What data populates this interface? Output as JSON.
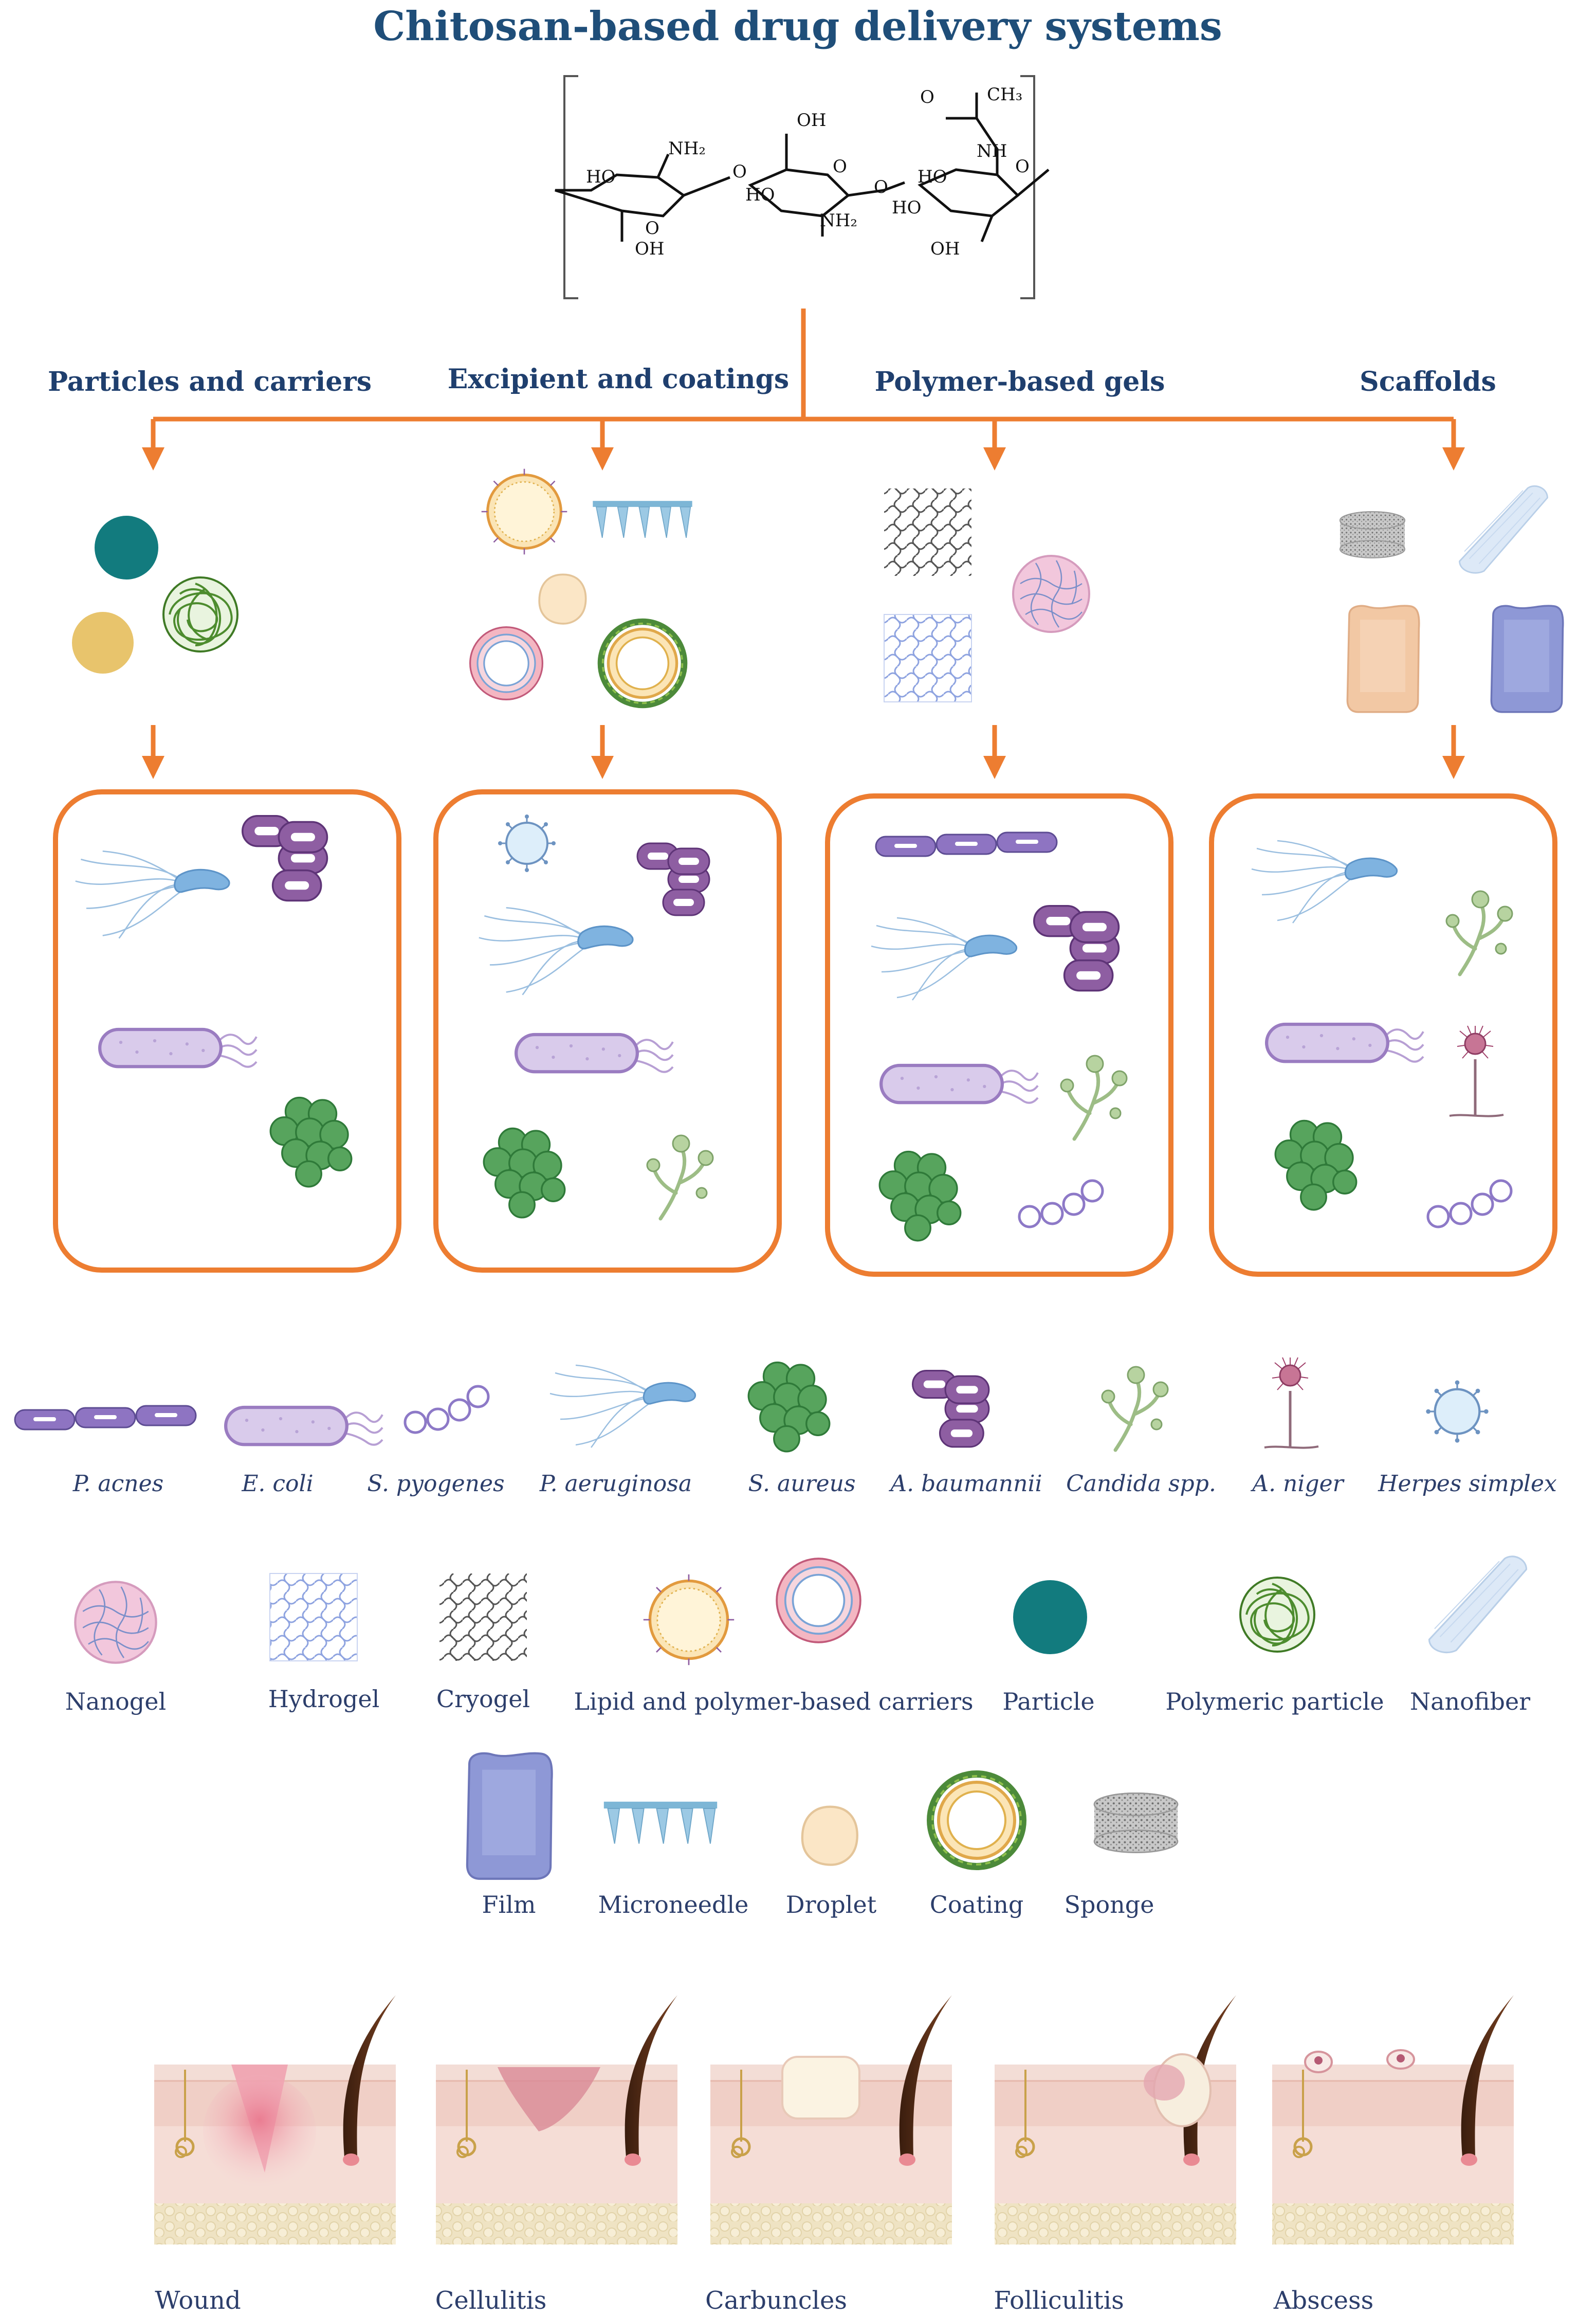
{
  "title": "Chitosan-based drug delivery systems",
  "structure": {
    "atoms": [
      "HO",
      "NH₂",
      "O",
      "HO",
      "OH",
      "O",
      "OH",
      "HO",
      "O",
      "NH₂",
      "O",
      "O",
      "CH₃",
      "NH",
      "HO",
      "O",
      "OH"
    ]
  },
  "categories": [
    {
      "label": "Particles and carriers"
    },
    {
      "label": "Excipient and coatings"
    },
    {
      "label": "Polymer-based gels"
    },
    {
      "label": "Scaffolds"
    }
  ],
  "microbes_legend": [
    {
      "label": "P. acnes",
      "icon": "rod-chain-icon"
    },
    {
      "label": "E. coli",
      "icon": "flagellated-rod-icon"
    },
    {
      "label": "S. pyogenes",
      "icon": "coccus-chain-icon"
    },
    {
      "label": "P. aeruginosa",
      "icon": "multi-flagella-icon"
    },
    {
      "label": "S. aureus",
      "icon": "coccus-cluster-icon"
    },
    {
      "label": "A. baumannii",
      "icon": "coccobacillus-icon"
    },
    {
      "label": "Candida spp.",
      "icon": "yeast-hyphae-icon"
    },
    {
      "label": "A. niger",
      "icon": "conidiophore-icon"
    },
    {
      "label": "Herpes simplex",
      "icon": "virus-icon"
    }
  ],
  "systems_legend_row1": [
    {
      "label": "Nanogel",
      "icon": "nanogel-icon"
    },
    {
      "label": "Hydrogel",
      "icon": "hydrogel-icon"
    },
    {
      "label": "Cryogel",
      "icon": "cryogel-icon"
    },
    {
      "label": "Lipid and polymer-based carriers",
      "icon": "liposome-icon"
    },
    {
      "label": "Particle",
      "icon": "particle-icon"
    },
    {
      "label": "Polymeric particle",
      "icon": "polymeric-particle-icon"
    },
    {
      "label": "Nanofiber",
      "icon": "nanofiber-icon"
    }
  ],
  "systems_legend_row2": [
    {
      "label": "Film",
      "icon": "film-icon"
    },
    {
      "label": "Microneedle",
      "icon": "microneedle-icon"
    },
    {
      "label": "Droplet",
      "icon": "droplet-icon"
    },
    {
      "label": "Coating",
      "icon": "coating-icon"
    },
    {
      "label": "Sponge",
      "icon": "sponge-icon"
    }
  ],
  "skin_conditions": [
    {
      "label": "Wound"
    },
    {
      "label": "Cellulitis"
    },
    {
      "label": "Carbuncles"
    },
    {
      "label": "Folliculitis"
    },
    {
      "label": "Abscess"
    }
  ],
  "colors": {
    "title": "#1f4e79",
    "category": "#1f3f6e",
    "legend_text": "#2c3e6b",
    "arrow": "#ed7d31",
    "box": "#ed7d31",
    "purple": "#8e5ea2",
    "green": "#4f9a55",
    "teal": "#127b7e",
    "blue_cell": "#7fb3e0"
  }
}
